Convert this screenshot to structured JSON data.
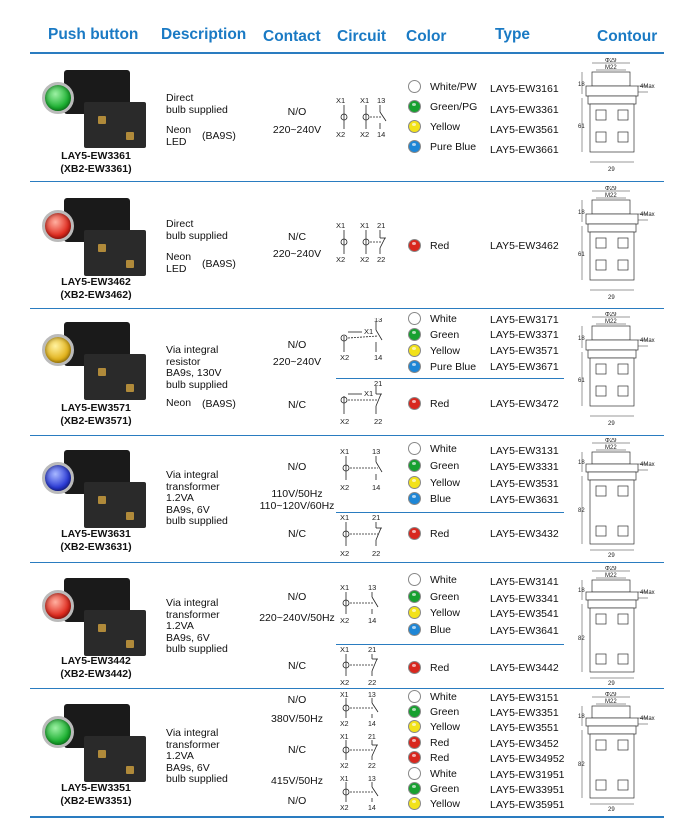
{
  "headers": {
    "push_button": "Push button",
    "description": "Description",
    "contact": "Contact",
    "circuit": "Circuit",
    "color": "Color",
    "type": "Type",
    "contour": "Contour"
  },
  "colors": {
    "header_blue": "#1a7ac4",
    "rule_blue": "#2a7cc0",
    "white": "#ffffff",
    "green": "#17a030",
    "yellow": "#f2e21a",
    "blue": "#1e86d6",
    "red": "#d8271e"
  },
  "rows": [
    {
      "model": "LAY5-EW3361",
      "alt": "(XB2-EW3361)",
      "lens_color": "green",
      "desc1": "Direct\nbulb supplied",
      "desc2": "Neon\nLED",
      "desc2b": "(BA9S)",
      "contacts": [
        {
          "contact": "N/O",
          "voltage": "220~240V"
        }
      ],
      "circuit_labels": [
        "X1",
        "X1",
        "13",
        "X2",
        "X2",
        "14"
      ],
      "items": [
        {
          "dot": "white",
          "color": "White/PW",
          "type": "LAY5-EW3161"
        },
        {
          "dot": "green",
          "color": "Green/PG",
          "type": "LAY5-EW3361"
        },
        {
          "dot": "yellow",
          "color": "Yellow",
          "type": "LAY5-EW3561"
        },
        {
          "dot": "blue",
          "color": "Pure Blue",
          "type": "LAY5-EW3661"
        }
      ],
      "dims": {
        "top": "Φ29",
        "m": "M22",
        "side1": "18",
        "side2": "61",
        "bottom": "29",
        "max": "4Max"
      }
    },
    {
      "model": "LAY5-EW3462",
      "alt": "(XB2-EW3462)",
      "lens_color": "red",
      "desc1": "Direct\nbulb supplied",
      "desc2": "Neon\nLED",
      "desc2b": "(BA9S)",
      "contacts": [
        {
          "contact": "N/C",
          "voltage": "220~240V"
        }
      ],
      "circuit_labels": [
        "X1",
        "X1",
        "21",
        "X2",
        "X2",
        "22"
      ],
      "items": [
        {
          "dot": "red",
          "color": "Red",
          "type": "LAY5-EW3462"
        }
      ],
      "dims": {
        "top": "Φ29",
        "m": "M22",
        "side1": "18",
        "side2": "61",
        "bottom": "29",
        "max": "4Max"
      }
    },
    {
      "model": "LAY5-EW3571",
      "alt": "(XB2-EW3571)",
      "lens_color": "yellow",
      "desc1": "Via integral\nresistor\nBA9s, 130V\nbulb supplied",
      "desc2": "Neon",
      "desc2b": "(BA9S)",
      "contacts": [
        {
          "contact": "N/O",
          "voltage": "220~240V"
        },
        {
          "contact": "N/C",
          "voltage": ""
        }
      ],
      "circuit_labels": [
        "X1",
        "13",
        "X2",
        "14",
        "X1",
        "21",
        "X2",
        "22"
      ],
      "items": [
        {
          "dot": "white",
          "color": "White",
          "type": "LAY5-EW3171"
        },
        {
          "dot": "green",
          "color": "Green",
          "type": "LAY5-EW3371"
        },
        {
          "dot": "yellow",
          "color": "Yellow",
          "type": "LAY5-EW3571"
        },
        {
          "dot": "blue",
          "color": "Pure Blue",
          "type": "LAY5-EW3671"
        },
        {
          "dot": "red",
          "color": "Red",
          "type": "LAY5-EW3472"
        }
      ],
      "dims": {
        "top": "Φ29",
        "m": "M22",
        "side1": "18",
        "side2": "61",
        "bottom": "29",
        "max": "4Max"
      }
    },
    {
      "model": "LAY5-EW3631",
      "alt": "(XB2-EW3631)",
      "lens_color": "blue",
      "desc1": "Via integral\ntransformer\n1.2VA\nBA9s, 6V\nbulb supplied",
      "desc2": "",
      "desc2b": "",
      "contacts": [
        {
          "contact": "N/O",
          "voltage": "110V/50Hz\n110~120V/60Hz"
        },
        {
          "contact": "N/C",
          "voltage": ""
        }
      ],
      "circuit_labels": [
        "X1",
        "13",
        "X2",
        "14",
        "X1",
        "21",
        "X2",
        "22"
      ],
      "items": [
        {
          "dot": "white",
          "color": "White",
          "type": "LAY5-EW3131"
        },
        {
          "dot": "green",
          "color": "Green",
          "type": "LAY5-EW3331"
        },
        {
          "dot": "yellow",
          "color": "Yellow",
          "type": "LAY5-EW3531"
        },
        {
          "dot": "blue",
          "color": "Blue",
          "type": "LAY5-EW3631"
        },
        {
          "dot": "red",
          "color": "Red",
          "type": "LAY5-EW3432"
        }
      ],
      "dims": {
        "top": "Φ29",
        "m": "M22",
        "side1": "18",
        "side2": "82",
        "bottom": "29",
        "max": "4Max"
      }
    },
    {
      "model": "LAY5-EW3442",
      "alt": "(XB2-EW3442)",
      "lens_color": "red",
      "desc1": "Via integral\ntransformer\n1.2VA\nBA9s, 6V\nbulb supplied",
      "desc2": "",
      "desc2b": "",
      "contacts": [
        {
          "contact": "N/O",
          "voltage": "220~240V/50Hz"
        },
        {
          "contact": "N/C",
          "voltage": ""
        }
      ],
      "circuit_labels": [
        "X1",
        "13",
        "X2",
        "14",
        "X1",
        "21",
        "X2",
        "22"
      ],
      "items": [
        {
          "dot": "white",
          "color": "White",
          "type": "LAY5-EW3141"
        },
        {
          "dot": "green",
          "color": "Green",
          "type": "LAY5-EW3341"
        },
        {
          "dot": "yellow",
          "color": "Yellow",
          "type": "LAY5-EW3541"
        },
        {
          "dot": "blue",
          "color": "Blue",
          "type": "LAY5-EW3641"
        },
        {
          "dot": "red",
          "color": "Red",
          "type": "LAY5-EW3442"
        }
      ],
      "dims": {
        "top": "Φ29",
        "m": "M22",
        "side1": "18",
        "side2": "82",
        "bottom": "29",
        "max": "4Max"
      }
    },
    {
      "model": "LAY5-EW3351",
      "alt": "(XB2-EW3351)",
      "lens_color": "green",
      "desc1": "Via integral\ntransformer\n1.2VA\nBA9s, 6V\nbulb supplied",
      "desc2": "",
      "desc2b": "",
      "contacts": [
        {
          "contact": "N/O",
          "voltage": "380V/50Hz"
        },
        {
          "contact": "N/C",
          "voltage": "415V/50Hz"
        },
        {
          "contact": "N/O",
          "voltage": ""
        }
      ],
      "circuit_labels": [
        "X1",
        "13",
        "X2",
        "14",
        "X1",
        "21",
        "X2",
        "22",
        "X1",
        "13",
        "X2",
        "14"
      ],
      "items": [
        {
          "dot": "white",
          "color": "White",
          "type": "LAY5-EW3151"
        },
        {
          "dot": "green",
          "color": "Green",
          "type": "LAY5-EW3351"
        },
        {
          "dot": "yellow",
          "color": "Yellow",
          "type": "LAY5-EW3551"
        },
        {
          "dot": "red",
          "color": "Red",
          "type": "LAY5-EW3452"
        },
        {
          "dot": "red",
          "color": "Red",
          "type": "LAY5-EW34952"
        },
        {
          "dot": "white",
          "color": "White",
          "type": "LAY5-EW31951"
        },
        {
          "dot": "green",
          "color": "Green",
          "type": "LAY5-EW33951"
        },
        {
          "dot": "yellow",
          "color": "Yellow",
          "type": "LAY5-EW35951"
        }
      ],
      "dims": {
        "top": "Φ29",
        "m": "M22",
        "side1": "18",
        "side2": "82",
        "bottom": "29",
        "max": "4Max"
      }
    }
  ]
}
